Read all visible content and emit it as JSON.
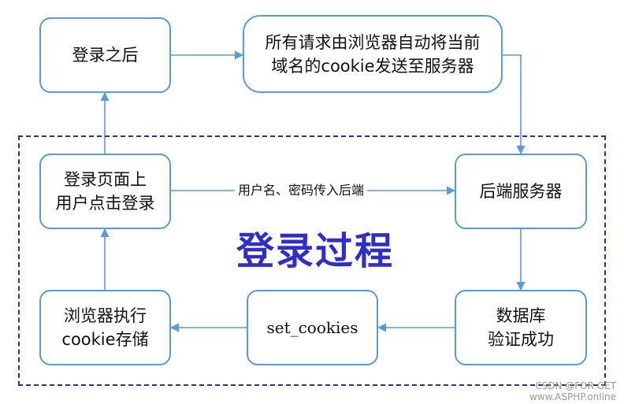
{
  "diagram": {
    "nodes": {
      "login_after": "登录之后",
      "browser_sends_cookie": "所有请求由浏览器自动将当前\n域名的cookie发送至服务器",
      "login_page_click": "登录页面上\n用户点击登录",
      "backend_server": "后端服务器",
      "set_cookies": "set_cookies",
      "browser_store_cookie": "浏览器执行\ncookie存储",
      "db_verify": "数据库\n验证成功"
    },
    "edge_labels": {
      "credentials": "用户名、密码传入后端"
    },
    "region_title": "登录过程",
    "edges": [
      {
        "from": "login_after",
        "to": "browser_sends_cookie"
      },
      {
        "from": "browser_sends_cookie",
        "to": "backend_server"
      },
      {
        "from": "login_page_click",
        "to": "backend_server",
        "label": "用户名、密码传入后端"
      },
      {
        "from": "backend_server",
        "to": "db_verify"
      },
      {
        "from": "db_verify",
        "to": "set_cookies"
      },
      {
        "from": "set_cookies",
        "to": "browser_store_cookie"
      },
      {
        "from": "browser_store_cookie",
        "to": "login_page_click"
      },
      {
        "from": "login_page_click",
        "to": "login_after"
      }
    ]
  },
  "watermark": "CSDN @FOR GET\nwww.ASPHP.online",
  "colors": {
    "box_border": "#5b9bd5",
    "arrow": "#5b9bd5",
    "frame": "#2e3192",
    "title": "#2f2fc8"
  }
}
